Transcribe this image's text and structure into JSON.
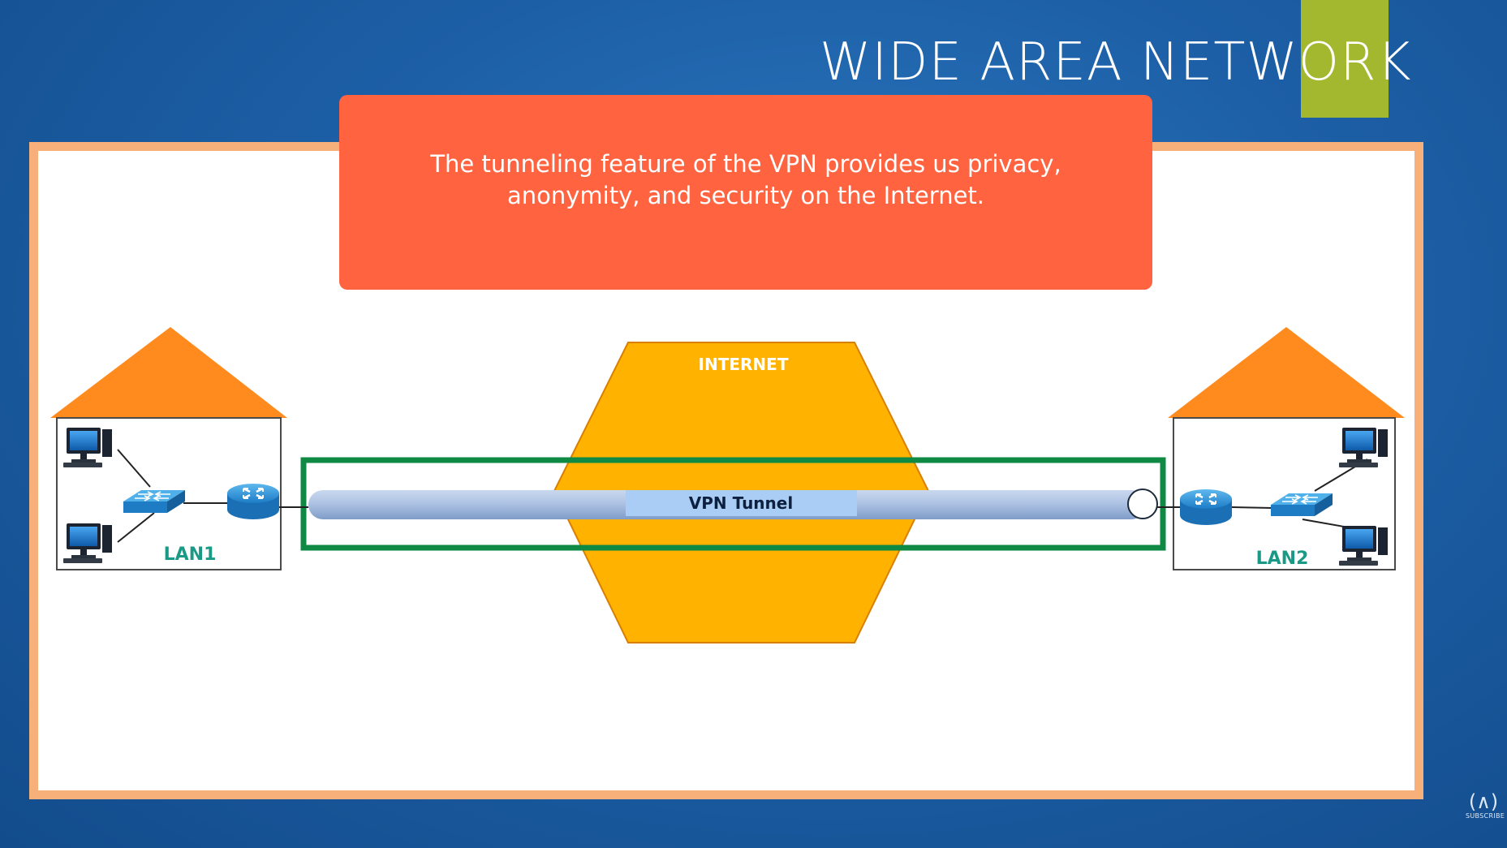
{
  "slide": {
    "title": "WIDE AREA NETWORK",
    "callout": "The tunneling feature of the VPN provides us privacy, anonymity, and security on the Internet."
  },
  "diagram": {
    "internet_label": "INTERNET",
    "tunnel_label": "VPN Tunnel",
    "lan1_label": "LAN1",
    "lan2_label": "LAN2"
  },
  "branding": {
    "logo_glyph": "(∧)",
    "subscribe_label": "SUBSCRIBE"
  },
  "colors": {
    "background": "#1d5fa6",
    "accent": "#a3b82e",
    "callout": "#ff6340",
    "frame_border": "#f7b07a",
    "house_roof": "#ff8a1e",
    "internet_cloud": "#ffb300",
    "tunnel_highlight": "#0f8a45",
    "lan_label": "#1a9a86"
  },
  "icons": [
    "computer-icon",
    "switch-icon",
    "router-icon",
    "house-roof-icon",
    "fcc-logo-icon"
  ]
}
